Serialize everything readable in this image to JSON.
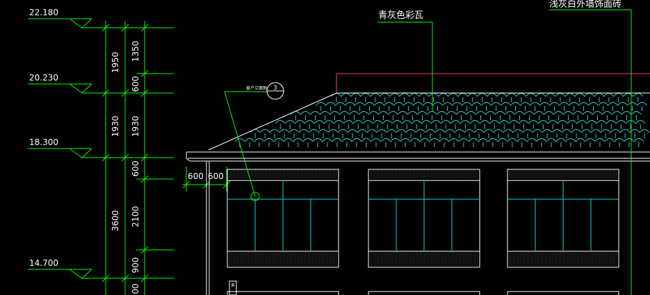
{
  "colors": {
    "background": "#000000",
    "dimension": "#00ff00",
    "text": "#ffffff",
    "roof_tile": "#30d0d0",
    "window_frame": "#00e0e0",
    "leader": "#00ff00",
    "wall": "#ffffff",
    "accent": "#ff4070"
  },
  "elevations": [
    "22.180",
    "20.230",
    "18.300",
    "14.700"
  ],
  "vertical_dims": {
    "outer": [
      "1950",
      "1930",
      "3600"
    ],
    "inner": [
      "1350",
      "600",
      "1930",
      "600",
      "2100",
      "900",
      "00"
    ]
  },
  "horizontal_dims": [
    "600",
    "600"
  ],
  "annotations": {
    "roof_tile": "青灰色彩瓦",
    "wall_finish": "浅灰白外墙饰面砖",
    "window_detail": "窗户立面图",
    "detail_no": "3"
  },
  "small_mark": "禾"
}
